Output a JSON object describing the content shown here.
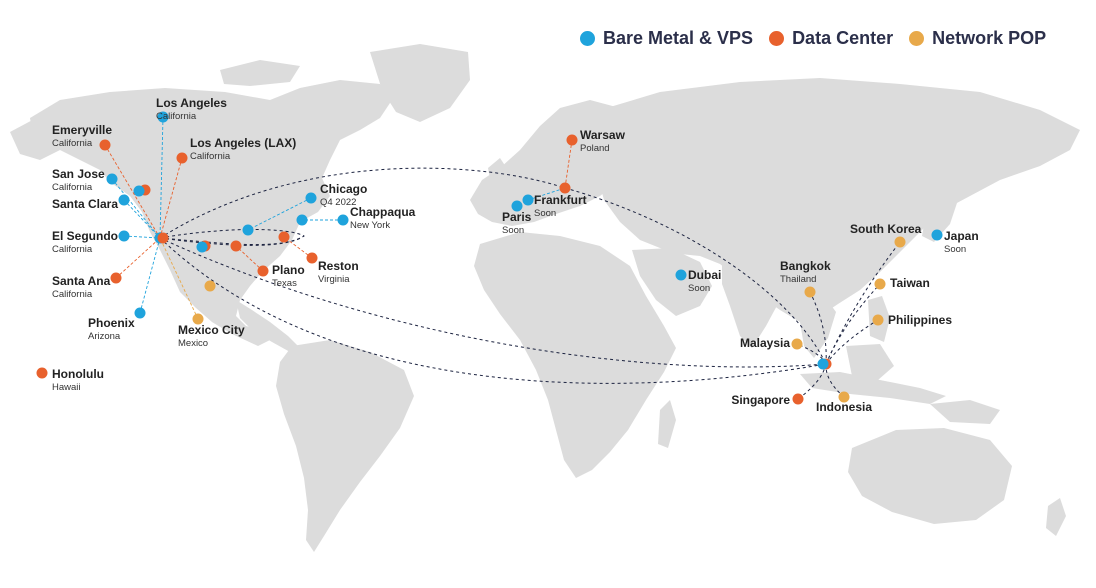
{
  "colors": {
    "bare_metal": "#1fa3dc",
    "data_center": "#e8612d",
    "network_pop": "#e8a94a",
    "land": "#dcdcdc",
    "route": "#1c2340"
  },
  "legend": [
    {
      "label": "Bare Metal & VPS",
      "color": "#1fa3dc"
    },
    {
      "label": "Data Center",
      "color": "#e8612d"
    },
    {
      "label": "Network POP",
      "color": "#e8a94a"
    }
  ],
  "locations": [
    {
      "id": "los-angeles",
      "name": "Los Angeles",
      "sub": "California",
      "type": "bare_metal"
    },
    {
      "id": "emeryville",
      "name": "Emeryville",
      "sub": "California",
      "type": "data_center"
    },
    {
      "id": "los-angeles-lax",
      "name": "Los Angeles (LAX)",
      "sub": "California",
      "type": "data_center"
    },
    {
      "id": "san-jose",
      "name": "San Jose",
      "sub": "California",
      "type": "bare_metal"
    },
    {
      "id": "santa-clara",
      "name": "Santa Clara",
      "sub": "",
      "type": "bare_metal"
    },
    {
      "id": "el-segundo",
      "name": "El Segundo",
      "sub": "California",
      "type": "bare_metal"
    },
    {
      "id": "santa-ana",
      "name": "Santa Ana",
      "sub": "California",
      "type": "data_center"
    },
    {
      "id": "phoenix",
      "name": "Phoenix",
      "sub": "Arizona",
      "type": "bare_metal"
    },
    {
      "id": "honolulu",
      "name": "Honolulu",
      "sub": "Hawaii",
      "type": "data_center"
    },
    {
      "id": "chicago",
      "name": "Chicago",
      "sub": "Q4 2022",
      "type": "bare_metal"
    },
    {
      "id": "chappaqua",
      "name": "Chappaqua",
      "sub": "New York",
      "type": "bare_metal"
    },
    {
      "id": "reston",
      "name": "Reston",
      "sub": "Virginia",
      "type": "data_center"
    },
    {
      "id": "plano",
      "name": "Plano",
      "sub": "Texas",
      "type": "data_center"
    },
    {
      "id": "mexico-city",
      "name": "Mexico City",
      "sub": "Mexico",
      "type": "network_pop"
    },
    {
      "id": "warsaw",
      "name": "Warsaw",
      "sub": "Poland",
      "type": "data_center"
    },
    {
      "id": "frankfurt",
      "name": "Frankfurt",
      "sub": "Soon",
      "type": "bare_metal"
    },
    {
      "id": "paris",
      "name": "Paris",
      "sub": "Soon",
      "type": "bare_metal"
    },
    {
      "id": "dubai",
      "name": "Dubai",
      "sub": "Soon",
      "type": "bare_metal"
    },
    {
      "id": "south-korea",
      "name": "South Korea",
      "sub": "",
      "type": "network_pop"
    },
    {
      "id": "japan",
      "name": "Japan",
      "sub": "Soon",
      "type": "bare_metal"
    },
    {
      "id": "bangkok",
      "name": "Bangkok",
      "sub": "Thailand",
      "type": "network_pop"
    },
    {
      "id": "taiwan",
      "name": "Taiwan",
      "sub": "",
      "type": "network_pop"
    },
    {
      "id": "philippines",
      "name": "Philippines",
      "sub": "",
      "type": "network_pop"
    },
    {
      "id": "malaysia",
      "name": "Malaysia",
      "sub": "",
      "type": "network_pop"
    },
    {
      "id": "singapore",
      "name": "Singapore",
      "sub": "",
      "type": "data_center"
    },
    {
      "id": "indonesia",
      "name": "Indonesia",
      "sub": "",
      "type": "network_pop"
    }
  ]
}
